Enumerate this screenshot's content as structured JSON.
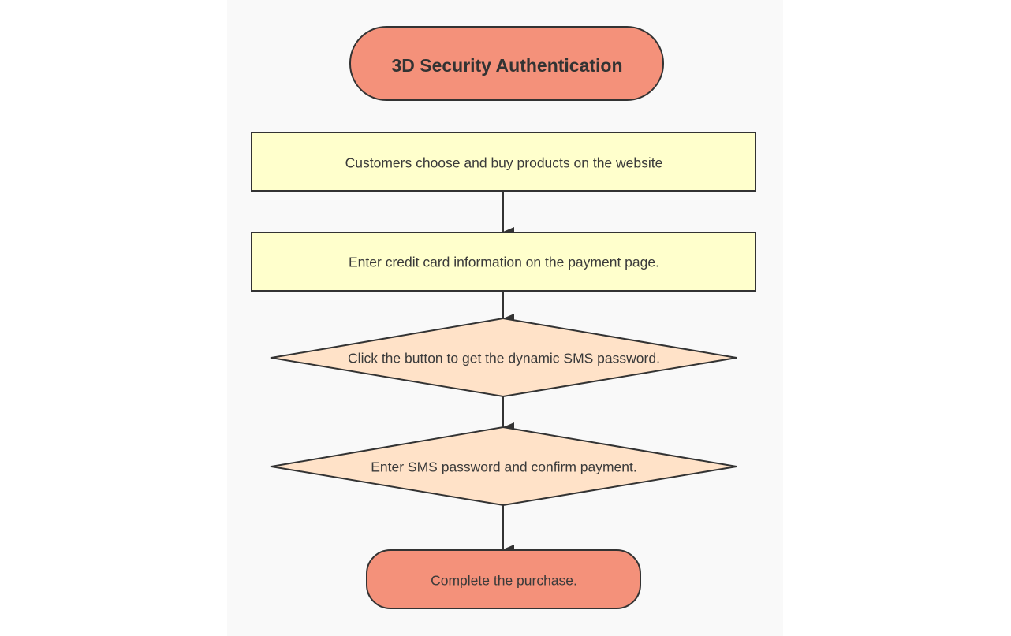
{
  "colors": {
    "terminal_fill": "#f4917a",
    "process_fill": "#ffffcc",
    "decision_fill": "#ffe2c8",
    "stroke": "#333333",
    "background": "#f9f9f9"
  },
  "nodes": [
    {
      "id": "start",
      "shape": "terminal",
      "label": "3D Security Authentication"
    },
    {
      "id": "choose",
      "shape": "process",
      "label": "Customers choose and buy products on the website"
    },
    {
      "id": "enter_card",
      "shape": "process",
      "label": "Enter credit card information on the payment page."
    },
    {
      "id": "get_sms",
      "shape": "decision",
      "label": "Click the button to get the dynamic SMS password."
    },
    {
      "id": "confirm",
      "shape": "decision",
      "label": "Enter SMS password and confirm payment."
    },
    {
      "id": "end",
      "shape": "terminal",
      "label": "Complete the purchase."
    }
  ],
  "edges": [
    {
      "from": "choose",
      "to": "enter_card"
    },
    {
      "from": "enter_card",
      "to": "get_sms"
    },
    {
      "from": "get_sms",
      "to": "confirm"
    },
    {
      "from": "confirm",
      "to": "end"
    }
  ]
}
